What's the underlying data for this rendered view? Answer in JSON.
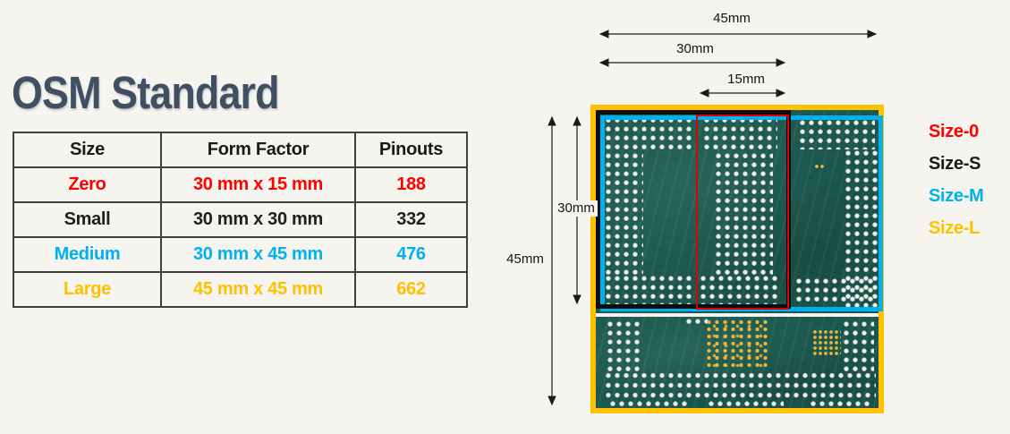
{
  "slide": {
    "title": "OSM Standard",
    "title_color": "#414F63",
    "background": "#F6F4EF"
  },
  "table": {
    "headers": [
      "Size",
      "Form Factor",
      "Pinouts"
    ],
    "rows": [
      {
        "size": "Zero",
        "form_factor": "30 mm x 15 mm",
        "pinouts": "188",
        "color": "#FF0000"
      },
      {
        "size": "Small",
        "form_factor": "30 mm x 30 mm",
        "pinouts": "332",
        "color": "#1F1F1F"
      },
      {
        "size": "Medium",
        "form_factor": "30 mm x 45 mm",
        "pinouts": "476",
        "color": "#00B0F0"
      },
      {
        "size": "Large",
        "form_factor": "45 mm x 45 mm",
        "pinouts": "662",
        "color": "#FFC000"
      }
    ]
  },
  "diagram": {
    "dimensions": {
      "width_overall": {
        "label": "45mm"
      },
      "width_medium": {
        "label": "30mm"
      },
      "width_zero": {
        "label": "15mm"
      },
      "height_module": {
        "label": "30mm"
      },
      "height_overall": {
        "label": "45mm"
      }
    },
    "legend": [
      {
        "label": "Size-0",
        "color": "#FF0000"
      },
      {
        "label": "Size-S",
        "color": "#1A1A1A"
      },
      {
        "label": "Size-M",
        "color": "#00B0F0"
      },
      {
        "label": "Size-L",
        "color": "#FFC000"
      }
    ],
    "outlines": {
      "size_0": "#E00000",
      "size_s": "#0D0D0D",
      "size_m": "#00B0F0",
      "size_l": "#FFC000"
    }
  }
}
